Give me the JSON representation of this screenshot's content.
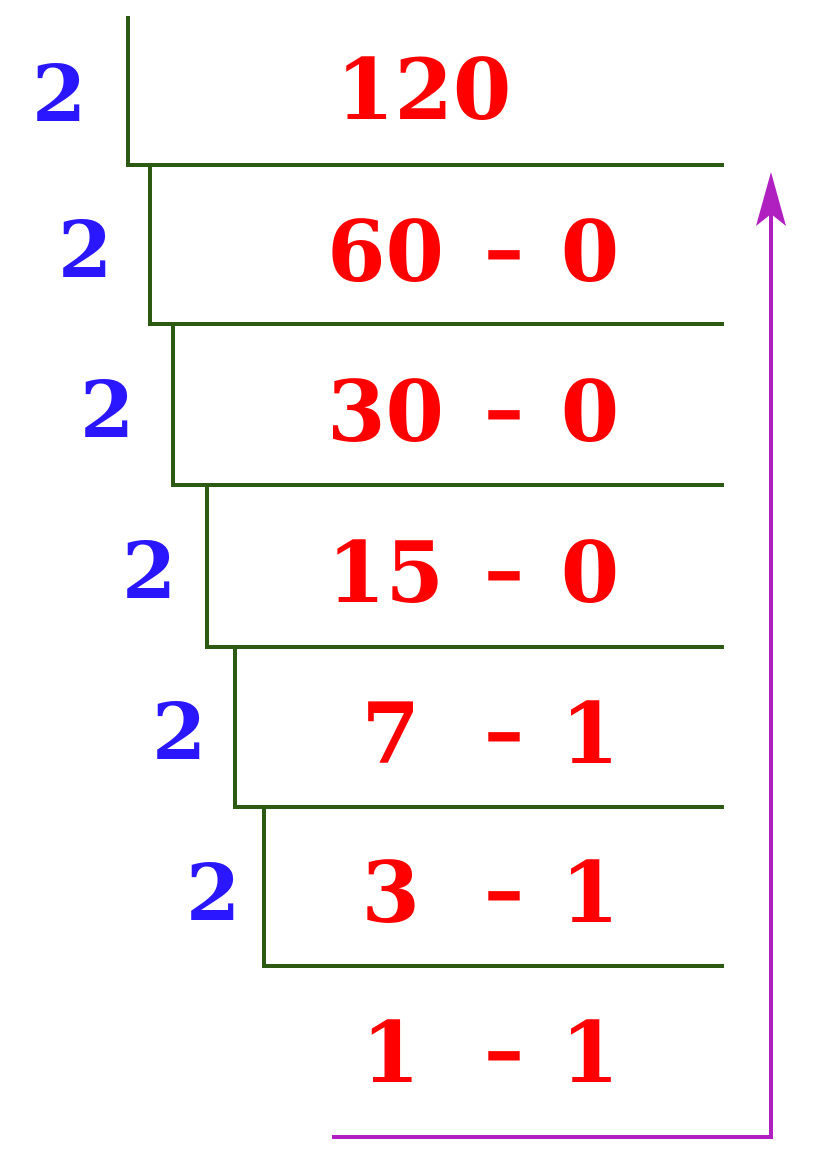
{
  "dividend": "120",
  "divisor": "2",
  "separator": "–",
  "colors": {
    "divisor": "#2b17ff",
    "numbers": "#ff0000",
    "lines": "#2d5a12",
    "arrow": "#b020c0"
  },
  "steps": [
    {
      "divisor": "2",
      "quotient": "60",
      "remainder": "0"
    },
    {
      "divisor": "2",
      "quotient": "30",
      "remainder": "0"
    },
    {
      "divisor": "2",
      "quotient": "15",
      "remainder": "0"
    },
    {
      "divisor": "2",
      "quotient": "7",
      "remainder": "1"
    },
    {
      "divisor": "2",
      "quotient": "3",
      "remainder": "1"
    },
    {
      "divisor": "",
      "quotient": "1",
      "remainder": "1"
    }
  ],
  "first_divisor": "2"
}
